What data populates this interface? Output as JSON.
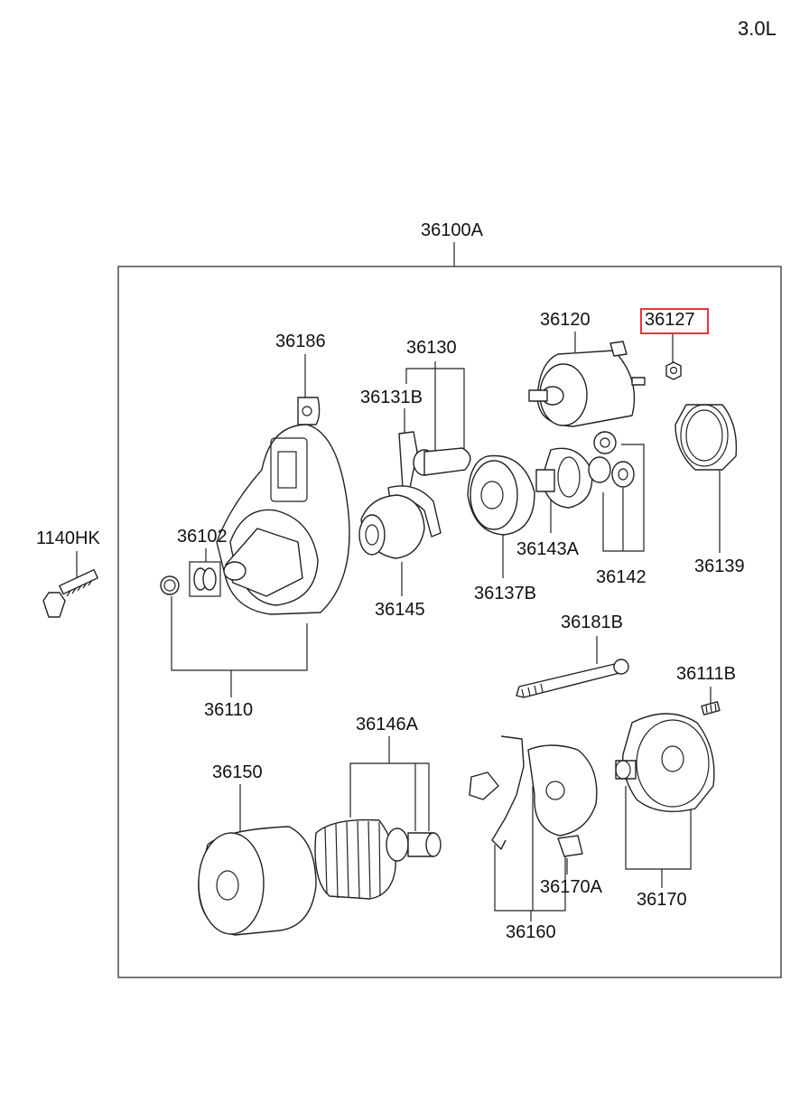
{
  "engine_label": "3.0L",
  "assembly_label": "36100A",
  "highlight_color": "#e8363a",
  "parts": {
    "p36127": "36127",
    "p36120": "36120",
    "p36186": "36186",
    "p36130": "36130",
    "p36131B": "36131B",
    "p1140HK": "1140HK",
    "p36102": "36102",
    "p36145": "36145",
    "p36137B": "36137B",
    "p36143A": "36143A",
    "p36142": "36142",
    "p36139": "36139",
    "p36110": "36110",
    "p36181B": "36181B",
    "p36111B": "36111B",
    "p36146A": "36146A",
    "p36150": "36150",
    "p36170A": "36170A",
    "p36170": "36170",
    "p36160": "36160"
  }
}
